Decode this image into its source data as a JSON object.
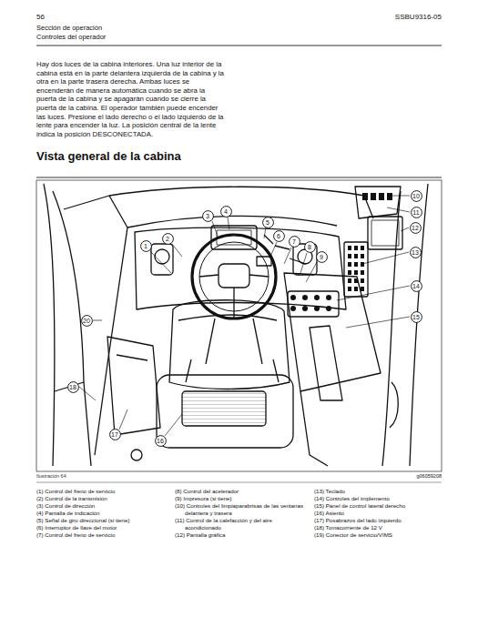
{
  "diagram": {
    "title": "Vista general de la cabina",
    "caption": "Ilustración 64",
    "nodes": [
      {
        "text": [
          "1"
        ]
      },
      {
        "text": [
          "2"
        ]
      },
      {
        "text": [
          "3"
        ]
      },
      {
        "text": [
          "4"
        ]
      },
      {
        "text": [
          "5"
        ]
      },
      {
        "text": [
          "6"
        ]
      },
      {
        "text": [
          "7"
        ]
      },
      {
        "text": [
          "8"
        ]
      },
      {
        "text": [
          "9"
        ]
      },
      {
        "text": [
          "10"
        ]
      },
      {
        "text": [
          "11"
        ]
      },
      {
        "text": [
          "12"
        ]
      },
      {
        "text": [
          "13"
        ]
      },
      {
        "text": [
          "14"
        ]
      },
      {
        "text": [
          "15"
        ]
      },
      {
        "text": [
          "20"
        ]
      },
      {
        "text": [
          "18"
        ]
      },
      {
        "text": [
          "17"
        ]
      },
      {
        "text": [
          "16"
        ]
      }
    ],
    "labels": [
      "56",
      "SSBU9316-05",
      "Sección de operación",
      "Controles del operador",
      "Hay dos luces de la cabina interiores. Una luz interior de la cabina está en la parte delantera izquierda de la cabina y la otra en la parte trasera derecha. Ambas luces se encenderán de manera automática cuando se abra la puerta de la cabina y se apagarán cuando se cierre la puerta de la cabina. El operador también puede encender las luces. Presione el lado derecho o el lado izquierdo de la lente para encender la luz. La posición central de la lente indica la posición DESCONECTADA.",
      "g06059208",
      "(1) Control del freno de servicio",
      "(2) Control de la transmisión",
      "(3) Control de dirección",
      "(4) Pantalla de indicación",
      "(5) Señal de giro direccional (si tiene)",
      "(6) Interruptor de llave del motor",
      "(7) Control del freno de servicio",
      "(8) Control del acelerador",
      "(9) Impresora (si tiene)",
      "(10) Controles del limpiaparabrisas de las ventanas delantera y trasera",
      "(11) Control de la calefacción y del aire acondicionado",
      "(12) Pantalla gráfica",
      "(13) Teclado",
      "(14) Controles del implemento",
      "(15) Panel de control lateral derecho",
      "(16) Asiento",
      "(17) Posabrazos del lado izquierdo",
      "(18) Tomacorriente de 12 V",
      "(19) Conector de servicio/VIMS"
    ]
  }
}
